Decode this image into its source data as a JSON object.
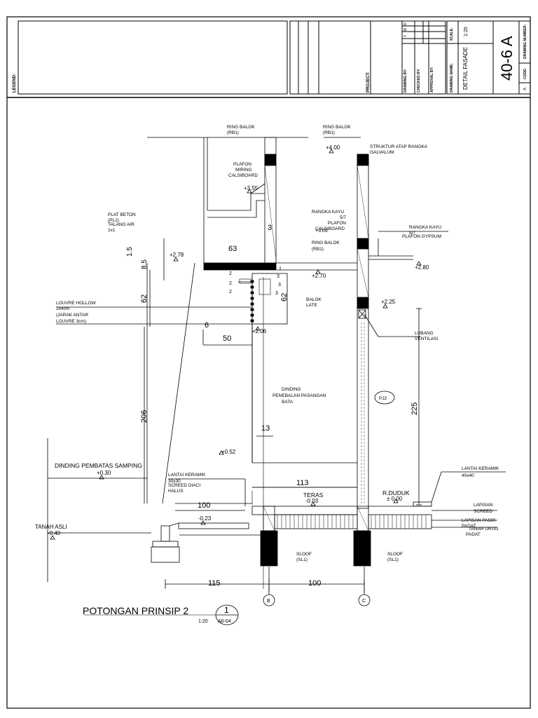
{
  "title_block": {
    "legend_label": "LEGEND:",
    "project_label": "PROJECT:",
    "drawn_by_label": "DRAWING BY:",
    "checked_by_label": "CHECKED BY:",
    "approval_by_label": "APPROVAL BY:",
    "drawing_name_label": "DRAWING NAME:",
    "scale_label": "SCALE:",
    "scale_value": "1:20",
    "drawing_name": "DETAIL FASADE",
    "drawing_number_label": "DRAWING NUMBER:",
    "drawing_number": "40-6 A",
    "code_label": "CODE:",
    "code_value": "A",
    "dmy": [
      "D",
      "M",
      "Y"
    ]
  },
  "labels": {
    "ring_balok_1": "RING BALOK",
    "rb1_1": "(RB1)",
    "ring_balok_2": "RING BALOK",
    "rb1_2": "(RB1)",
    "elev_400": "+4.00",
    "struktur_atap": "STRUKTUR ATAP RANGKA",
    "galvalum": "GALVALUM",
    "plafon_miring": "PLAFON",
    "plafon_miring2": "MIRING",
    "calsiboard": "CALSIBOARD",
    "elev_355": "+3.55",
    "rangka_kayu_1": "RANGKA KAYU",
    "rangka_kayu_1b": "5/7",
    "plafon_1": "PLAFON",
    "calsiboard_2": "CALSIBOARD",
    "elev_306": "+3.06",
    "plat_beton": "PLAT BETON",
    "pl2": "(PL2)",
    "talang_air": "TALANG AIR",
    "fx1": "1x1",
    "rangka_kayu_2": "RANGKA KAYU",
    "rangka_kayu_2b": "5/7",
    "plafon_gypsum": "PLAFON GYPSUM",
    "ring_balok_3": "RING BALOK",
    "rb1_3": "(RB1)",
    "elev_280": "+2.80",
    "elev_278": "+2.78",
    "elev_270": "+2.70",
    "balok_late": "BALOK",
    "balok_late2": "LATE",
    "elev_225": "+2.25",
    "louvre": "LOUVRE HOLLOW",
    "louvre2": "2x4cm",
    "louvre3": "(JARAK ANTAR",
    "louvre4": "LOUVRE 3cm)",
    "elev_206": "+2.06",
    "lubang_ventilasi": "LUBANG",
    "lubang_ventilasi2": "VENTILASI",
    "dinding": "DINDING",
    "dinding2": "PENEBALAN PASANGAN",
    "dinding3": "BATA",
    "pj2": "PJ2",
    "dinding_pembatas": "DINDING PEMBATAS SAMPING",
    "elev_030": "+0.30",
    "elev_052": "+0.52",
    "lantai_keramik_1": "LANTAI KERAMIK",
    "lantai_keramik_1b": "30x30",
    "screed_diaci": "SCREED DIACI",
    "halus": "HALUS",
    "teras": "TERAS",
    "elev_003": "-0.03",
    "rduduk": "R.DUDUK",
    "elev_000": "± 0.00",
    "lantai_keramik_2": "LANTAI KERAMIK",
    "lantai_keramik_2b": "40x40",
    "lapisan_screed": "LAPISAN",
    "lapisan_screed2": "SCREED",
    "lapisan_pasir": "LAPISAN PASIR",
    "lapisan_pasir2": "PADAT",
    "tanah_urug": "TANAH URUG",
    "tanah_urug2": "PADAT",
    "elev_023": "-0.23",
    "tanah_asli": "TANAH ASLI",
    "elev_040": "-0.40",
    "sloof_1": "SLOOF",
    "sl1_1": "(SL1)",
    "sloof_2": "SLOOF",
    "sl1_2": "(SL1)"
  },
  "dims": {
    "d15": "1.5",
    "d85": "8.5",
    "d62a": "62",
    "d206": "206",
    "d63": "63",
    "d3a": "3",
    "d62b": "62",
    "d6": "6",
    "d50": "50",
    "d13": "13",
    "d113": "113",
    "d100a": "100",
    "d225": "225",
    "d115": "115",
    "d100b": "100",
    "d2a": "2",
    "d2b": "2",
    "d2c": "2",
    "d3b": "3",
    "d3c": "3",
    "d3d": "3"
  },
  "grid": {
    "b": "B",
    "c": "C"
  },
  "section_title": {
    "title": "POTONGAN PRINSIP 2",
    "number": "1",
    "scale": "1:20",
    "ref": "A6-04"
  }
}
